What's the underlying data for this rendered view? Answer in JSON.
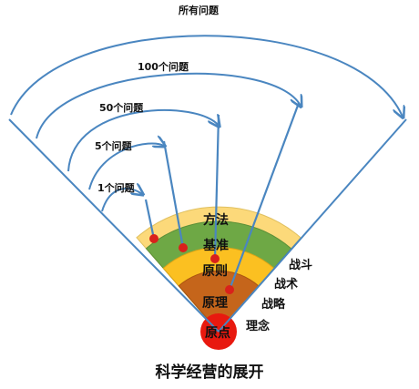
{
  "title": "科学经营的展开",
  "scope_labels": [
    "所有问题",
    "100个问题",
    "50个问题",
    "5个问题",
    "1个问题"
  ],
  "rings": [
    {
      "label": "方法",
      "color": "#fcd97a"
    },
    {
      "label": "基准",
      "color": "#6ea845"
    },
    {
      "label": "原则",
      "color": "#fbc021"
    },
    {
      "label": "原理",
      "color": "#c5651b"
    },
    {
      "label": "原点",
      "color": "#e8190f"
    }
  ],
  "side_labels": [
    "战斗",
    "战术",
    "战略",
    "理念"
  ],
  "colors": {
    "line": "#4a86c0",
    "dot": "#d9211b",
    "text": "#111111"
  }
}
